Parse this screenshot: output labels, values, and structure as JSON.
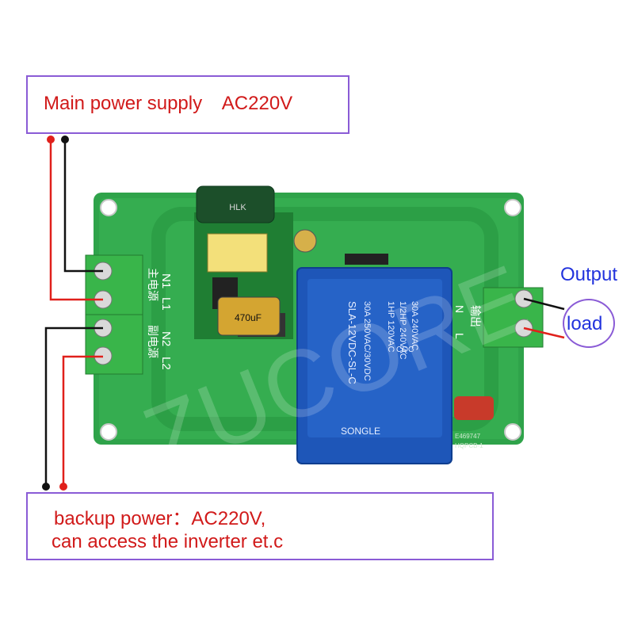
{
  "main_label": {
    "text": "Main power supply",
    "voltage": "AC220V"
  },
  "backup_label": {
    "line1": "backup power：AC220V,",
    "line2": "can access the inverter et.c"
  },
  "output_label": "Output",
  "load_label": "load",
  "board": {
    "terminal_left": [
      "N1",
      "L1",
      "N2",
      "L2"
    ],
    "cn_main": "主电源",
    "cn_backup": "副电源",
    "relay_lines": [
      "30A 240VAC",
      "1/2HP 240VAC",
      "1HP 120VAC",
      "30A 250VAC/30VDC",
      "SLA-12VDC-SL-C"
    ],
    "relay_brand": "SONGLE",
    "cqc": "CQC",
    "output_pins": [
      "N",
      "L"
    ],
    "output_cn": "输出",
    "cap_text": "470uF",
    "part_code": "E469747",
    "pcb_code": "HQPCB-1",
    "watermark": "ZUCORE",
    "module_text": "HLK"
  },
  "colors": {
    "pcb": "#2fa34a",
    "pcb_dark": "#1e8a3a",
    "relay": "#1e56b8",
    "terminal": "#39b54a",
    "wire_red": "#e0201b",
    "wire_black": "#111111",
    "frame": "#8a5bd6"
  }
}
